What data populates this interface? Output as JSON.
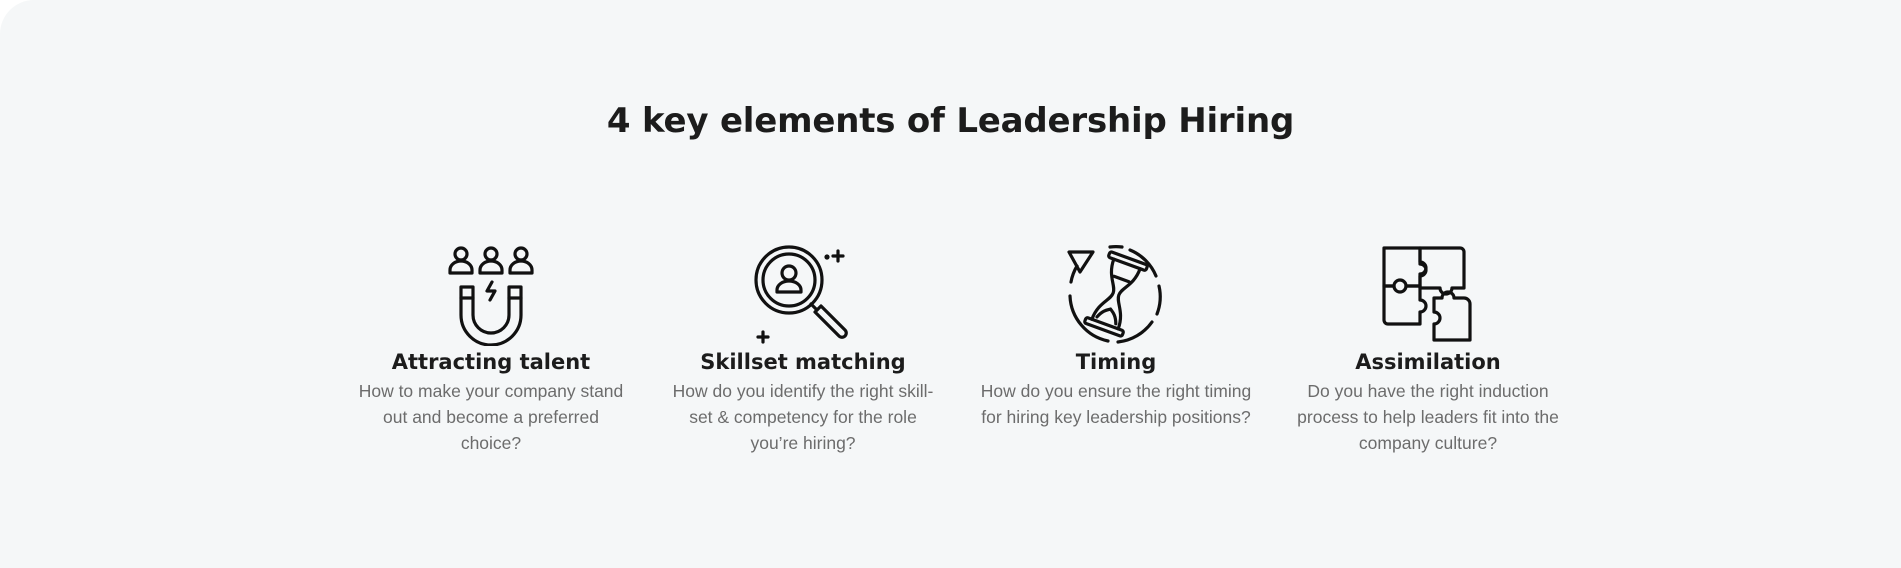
{
  "section": {
    "heading": "4 key elements of Leadership Hiring",
    "background_color": "#f5f7f8",
    "text_color": "#1c1c1c",
    "muted_text_color": "#6c6c6c"
  },
  "cards": [
    {
      "icon": "magnet-people-icon",
      "title": "Attracting talent",
      "description": "How to make your company stand out and become a preferred choice?"
    },
    {
      "icon": "magnifier-person-icon",
      "title": "Skillset matching",
      "description": "How do you identify the right skill-set & competency for the role you’re hiring?"
    },
    {
      "icon": "hourglass-cycle-icon",
      "title": "Timing",
      "description": "How do you ensure the right timing for hiring key leadership positions?"
    },
    {
      "icon": "puzzle-pieces-icon",
      "title": "Assimilation",
      "description": "Do you have the right induction process to help leaders fit into the company culture?"
    }
  ]
}
